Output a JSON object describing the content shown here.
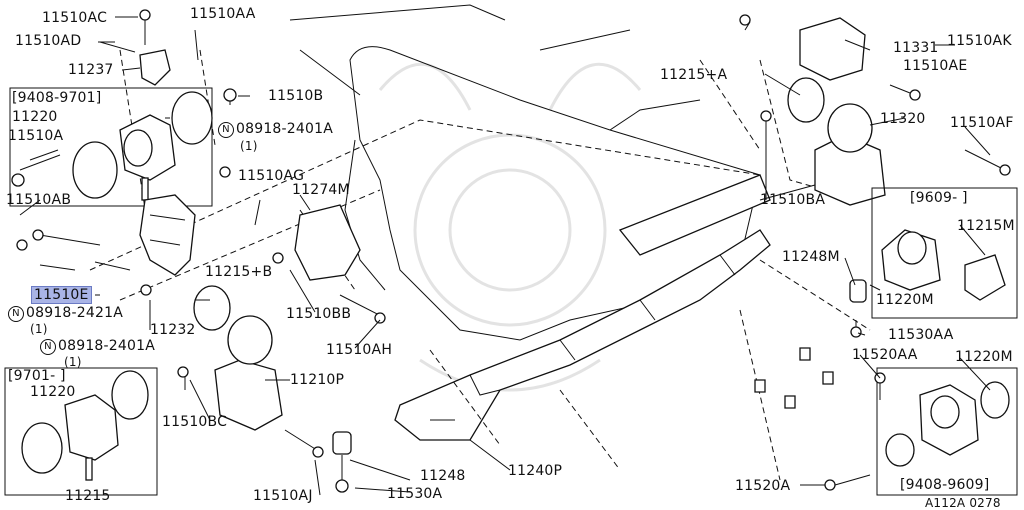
{
  "labels": {
    "l_11510AC": "11510AC",
    "l_11510AA": "11510AA",
    "l_11510AD": "11510AD",
    "l_11237": "11237",
    "l_9408_9701": "[9408-9701]",
    "l_11220_top": "11220",
    "l_11510B": "11510B",
    "l_08918_2401A_top": "08918-2401A",
    "l_08918_2401A_top_qty": "(1)",
    "l_11510A": "11510A",
    "l_11510AG": "11510AG",
    "l_11274M": "11274M",
    "l_11510AB": "11510AB",
    "l_11510E": "11510E",
    "l_08918_2421A": "08918-2421A",
    "l_08918_2421A_qty": "(1)",
    "l_11232": "11232",
    "l_11215B": "11215+B",
    "l_11510BB": "11510BB",
    "l_08918_2401A_bot": "08918-2401A",
    "l_08918_2401A_bot_qty": "(1)",
    "l_11510AH": "11510AH",
    "l_9701": "[9701-     ]",
    "l_11220_box": "11220",
    "l_11210P": "11210P",
    "l_11510BC": "11510BC",
    "l_11215": "11215",
    "l_11248": "11248",
    "l_11240P": "11240P",
    "l_11510AJ": "11510AJ",
    "l_11530A": "11530A",
    "l_11331": "11331",
    "l_11510AK": "11510AK",
    "l_11215A": "11215+A",
    "l_11510AE": "11510AE",
    "l_11320": "11320",
    "l_11510AF": "11510AF",
    "l_11510BA": "11510BA",
    "l_9609": "[9609-     ]",
    "l_11215M": "11215M",
    "l_11248M": "11248M",
    "l_11220M_box": "11220M",
    "l_11530AA": "11530AA",
    "l_11520AA": "11520AA",
    "l_11220M_bot": "11220M",
    "l_11520A": "11520A",
    "l_9408_9609": "[9408-9609]",
    "l_ref": "A112A 0278"
  },
  "circle_marker": "N",
  "highlight_color": "#a9b4e6"
}
